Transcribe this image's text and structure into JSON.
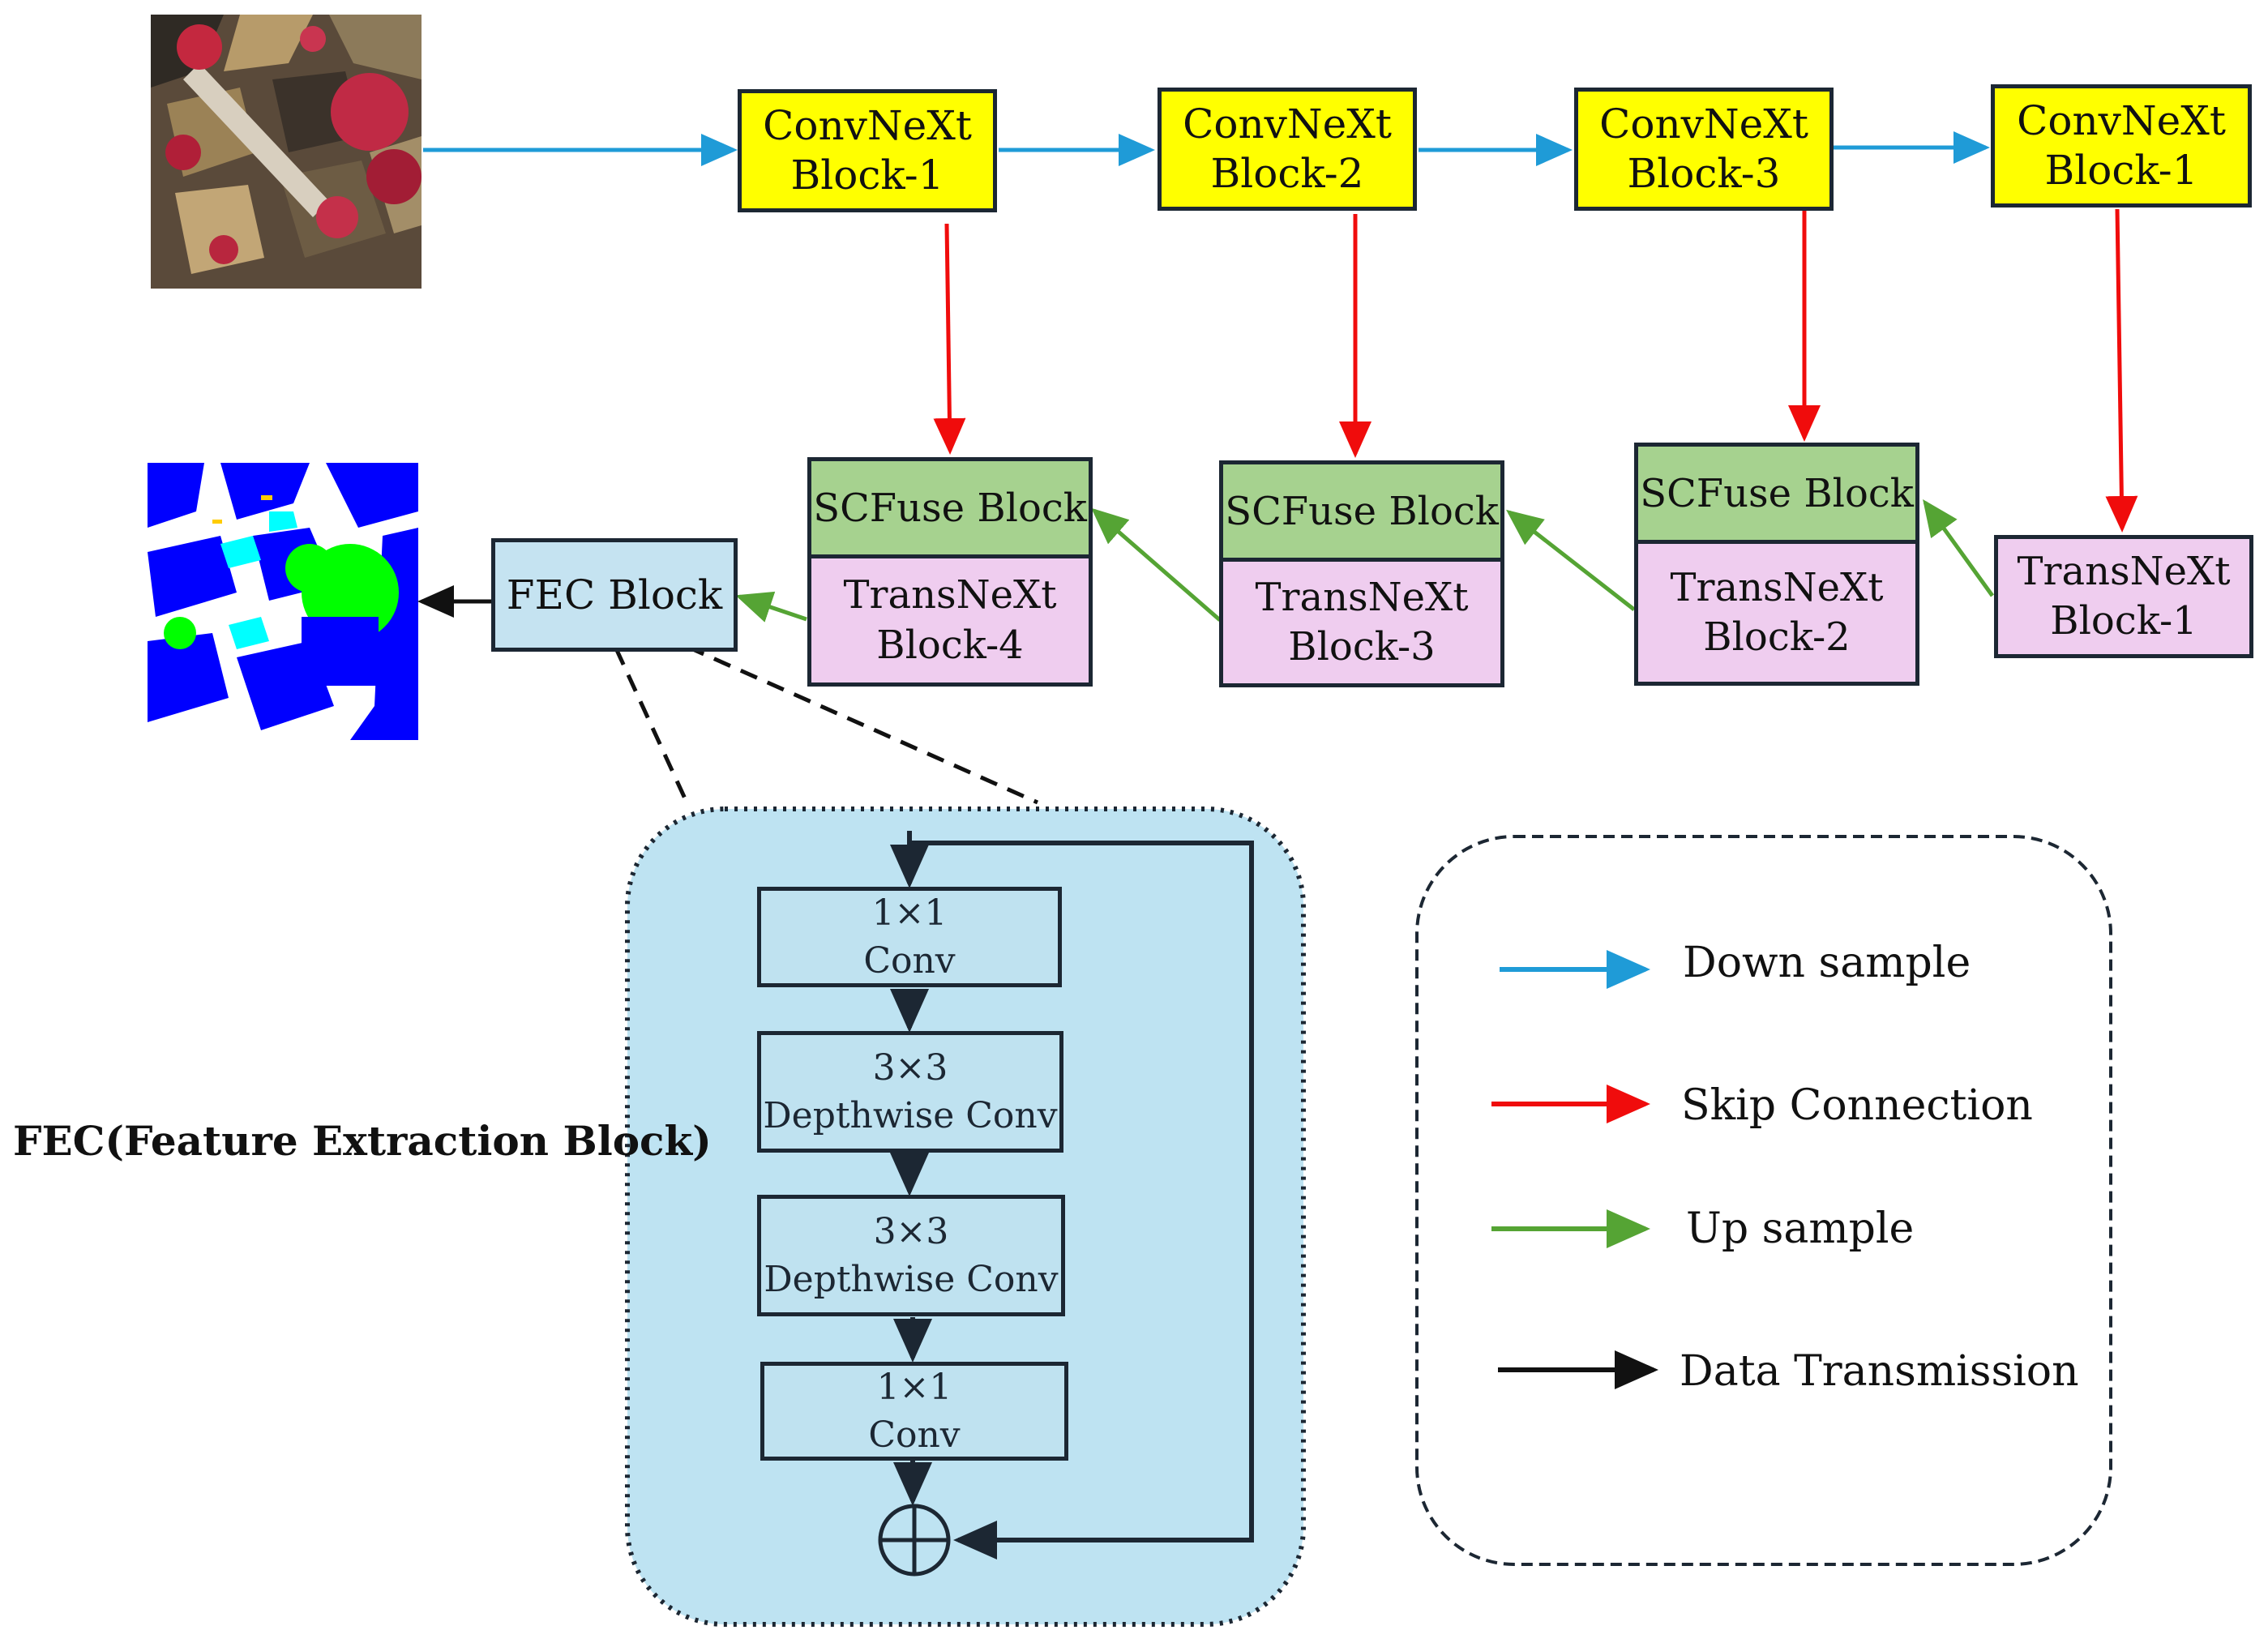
{
  "encoder": [
    {
      "line1": "ConvNeXt",
      "line2": "Block-1"
    },
    {
      "line1": "ConvNeXt",
      "line2": "Block-2"
    },
    {
      "line1": "ConvNeXt",
      "line2": "Block-3"
    },
    {
      "line1": "ConvNeXt",
      "line2": "Block-1"
    }
  ],
  "decoder": [
    {
      "fuse": "SCFuse Block",
      "line1": "TransNeXt",
      "line2": "Block-4"
    },
    {
      "fuse": "SCFuse Block",
      "line1": "TransNeXt",
      "line2": "Block-3"
    },
    {
      "fuse": "SCFuse Block",
      "line1": "TransNeXt",
      "line2": "Block-2"
    },
    {
      "line1": "TransNeXt",
      "line2": "Block-1"
    }
  ],
  "fec_block": "FEC Block",
  "fec_detail": {
    "title": "FEC(Feature Extraction Block)",
    "layers": [
      {
        "line1": "1×1",
        "line2": "Conv"
      },
      {
        "line1": "3×3",
        "line2": "Depthwise Conv"
      },
      {
        "line1": "3×3",
        "line2": "Depthwise Conv"
      },
      {
        "line1": "1×1",
        "line2": "Conv"
      }
    ]
  },
  "legend": [
    {
      "label": "Down sample",
      "color": "#1f9bd7"
    },
    {
      "label": "Skip Connection",
      "color": "#f00c0c"
    },
    {
      "label": "Up sample",
      "color": "#55a434"
    },
    {
      "label": "Data Transmission",
      "color": "#111111"
    }
  ],
  "colors": {
    "encoder_fill": "#ffff00",
    "fuse_fill": "#a6d28f",
    "transnext_fill": "#efcdef",
    "fec_fill": "#c5e3f1",
    "building": "#0000ff",
    "tree": "#00ff00",
    "low_vegetation": "#00ffff",
    "car": "#ffcc00",
    "road": "#ffffff"
  }
}
